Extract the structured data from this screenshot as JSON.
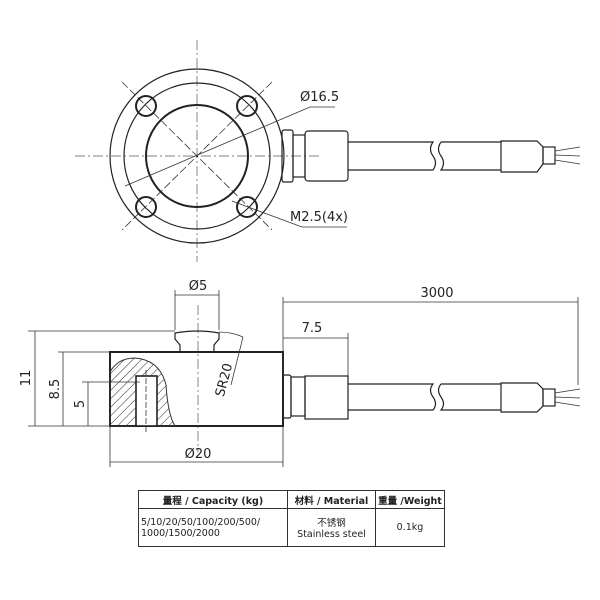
{
  "top_view": {
    "diameter_label": "Ø16.5",
    "thread_label": "M2.5(4x)"
  },
  "side_view": {
    "button_diameter": "Ø5",
    "total_height": "11",
    "body_height": "8.5",
    "thread_depth": "5",
    "sphere_radius": "SR20",
    "body_diameter": "Ø20",
    "cable_length": "3000",
    "connector_length": "7.5"
  },
  "spec_table": {
    "headers": [
      "量程 / Capacity (kg)",
      "材料 / Material",
      "重量 /Weight"
    ],
    "capacity_line1": "5/10/20/50/100/200/500/",
    "capacity_line2": "1000/1500/2000",
    "material_cn": "不锈钢",
    "material_en": "Stainless steel",
    "weight": "0.1kg"
  }
}
